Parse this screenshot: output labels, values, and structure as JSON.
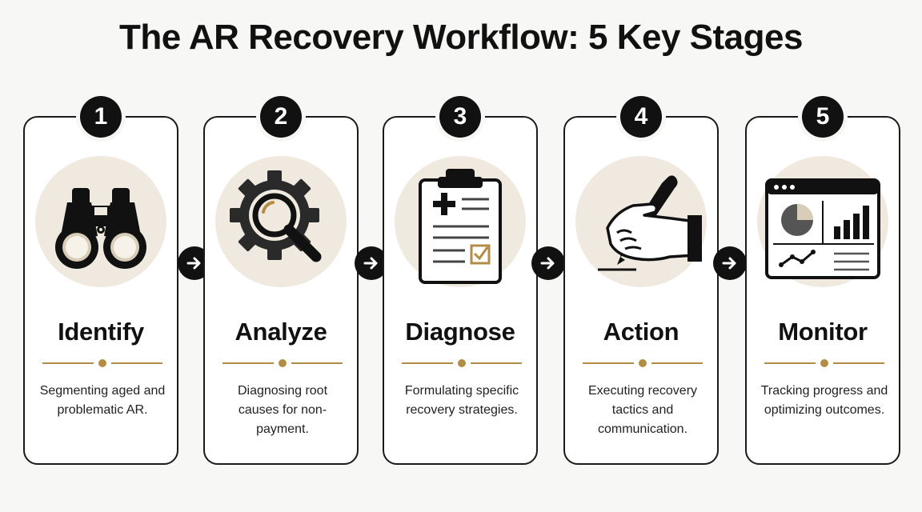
{
  "title": "The AR Recovery Workflow: 5 Key Stages",
  "accent_color": "#b38d45",
  "icon_bg_color": "#efe9df",
  "stages": [
    {
      "number": "1",
      "title": "Identify",
      "description": "Segmenting aged and problematic AR.",
      "icon": "binoculars-icon"
    },
    {
      "number": "2",
      "title": "Analyze",
      "description": "Diagnosing root causes for non-payment.",
      "icon": "gear-magnifier-icon"
    },
    {
      "number": "3",
      "title": "Diagnose",
      "description": "Formulating specific recovery strategies.",
      "icon": "clipboard-icon"
    },
    {
      "number": "4",
      "title": "Action",
      "description": "Executing recovery tactics and communication.",
      "icon": "hand-pen-icon"
    },
    {
      "number": "5",
      "title": "Monitor",
      "description": "Tracking progress and optimizing outcomes.",
      "icon": "dashboard-icon"
    }
  ],
  "connectors": [
    "arrow-right-icon",
    "arrow-right-icon",
    "arrow-right-icon",
    "arrow-right-icon"
  ]
}
